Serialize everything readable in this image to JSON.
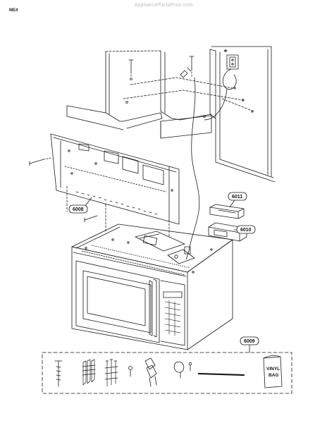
{
  "header": {
    "watermark": "AppliancePartsPros.com",
    "page_code": "ME4"
  },
  "callouts": {
    "p6008": "6008",
    "p6009": "6009",
    "p6010": "6010",
    "p6011": "6011"
  },
  "hardware_kit": {
    "bag_line1": "VINYL",
    "bag_line2": "BAG"
  },
  "colors": {
    "line": "#1a1a1a",
    "background": "#ffffff",
    "watermark": "#b8b8b8"
  }
}
